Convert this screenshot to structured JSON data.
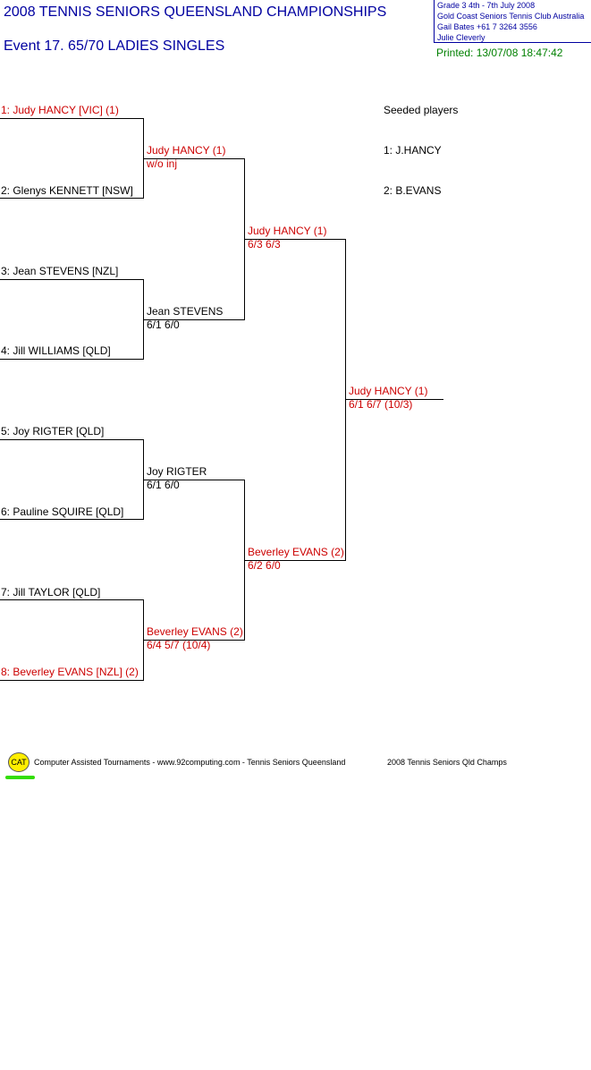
{
  "header": {
    "title": "2008  TENNIS SENIORS QUEENSLAND CHAMPIONSHIPS",
    "event": "Event 17. 65/70  LADIES SINGLES",
    "info_line1": "Grade 3    4th - 7th  July 2008",
    "info_line2": "Gold Coast Seniors Tennis Club    Australia",
    "info_line3": "Gail Bates    +61 7 3264 3556",
    "info_line4": "Julie Cleverly",
    "printed": "Printed: 13/07/08 18:47:42"
  },
  "round1": [
    {
      "name": "1: Judy HANCY [VIC] (1)",
      "seeded": true
    },
    {
      "name": "2: Glenys KENNETT [NSW]",
      "seeded": false
    },
    {
      "name": "3: Jean STEVENS [NZL]",
      "seeded": false
    },
    {
      "name": "4: Jill WILLIAMS [QLD]",
      "seeded": false
    },
    {
      "name": "5: Joy RIGTER [QLD]",
      "seeded": false
    },
    {
      "name": "6: Pauline SQUIRE [QLD]",
      "seeded": false
    },
    {
      "name": "7: Jill TAYLOR [QLD]",
      "seeded": false
    },
    {
      "name": "8: Beverley EVANS [NZL] (2)",
      "seeded": true
    }
  ],
  "round2": [
    {
      "name": "Judy HANCY (1)",
      "score": "w/o inj",
      "seeded": true
    },
    {
      "name": "Jean STEVENS",
      "score": "6/1 6/0",
      "seeded": false
    },
    {
      "name": "Joy RIGTER",
      "score": "6/1 6/0",
      "seeded": false
    },
    {
      "name": "Beverley EVANS (2)",
      "score": "6/4 5/7 (10/4)",
      "seeded": true
    }
  ],
  "semis": [
    {
      "name": "Judy HANCY (1)",
      "score": "6/3 6/3",
      "seeded": true
    },
    {
      "name": "Beverley EVANS (2)",
      "score": "6/2 6/0",
      "seeded": true
    }
  ],
  "final": {
    "name": "Judy HANCY (1)",
    "score": "6/1 6/7 (10/3)",
    "seeded": true
  },
  "seeds": {
    "title": "Seeded players",
    "items": [
      "1: J.HANCY",
      "2: B.EVANS"
    ]
  },
  "footer": {
    "logo": "CAT",
    "text": "Computer Assisted Tournaments - www.92computing.com -  Tennis Seniors Queensland",
    "champs": "2008 Tennis Seniors Qld Champs"
  }
}
